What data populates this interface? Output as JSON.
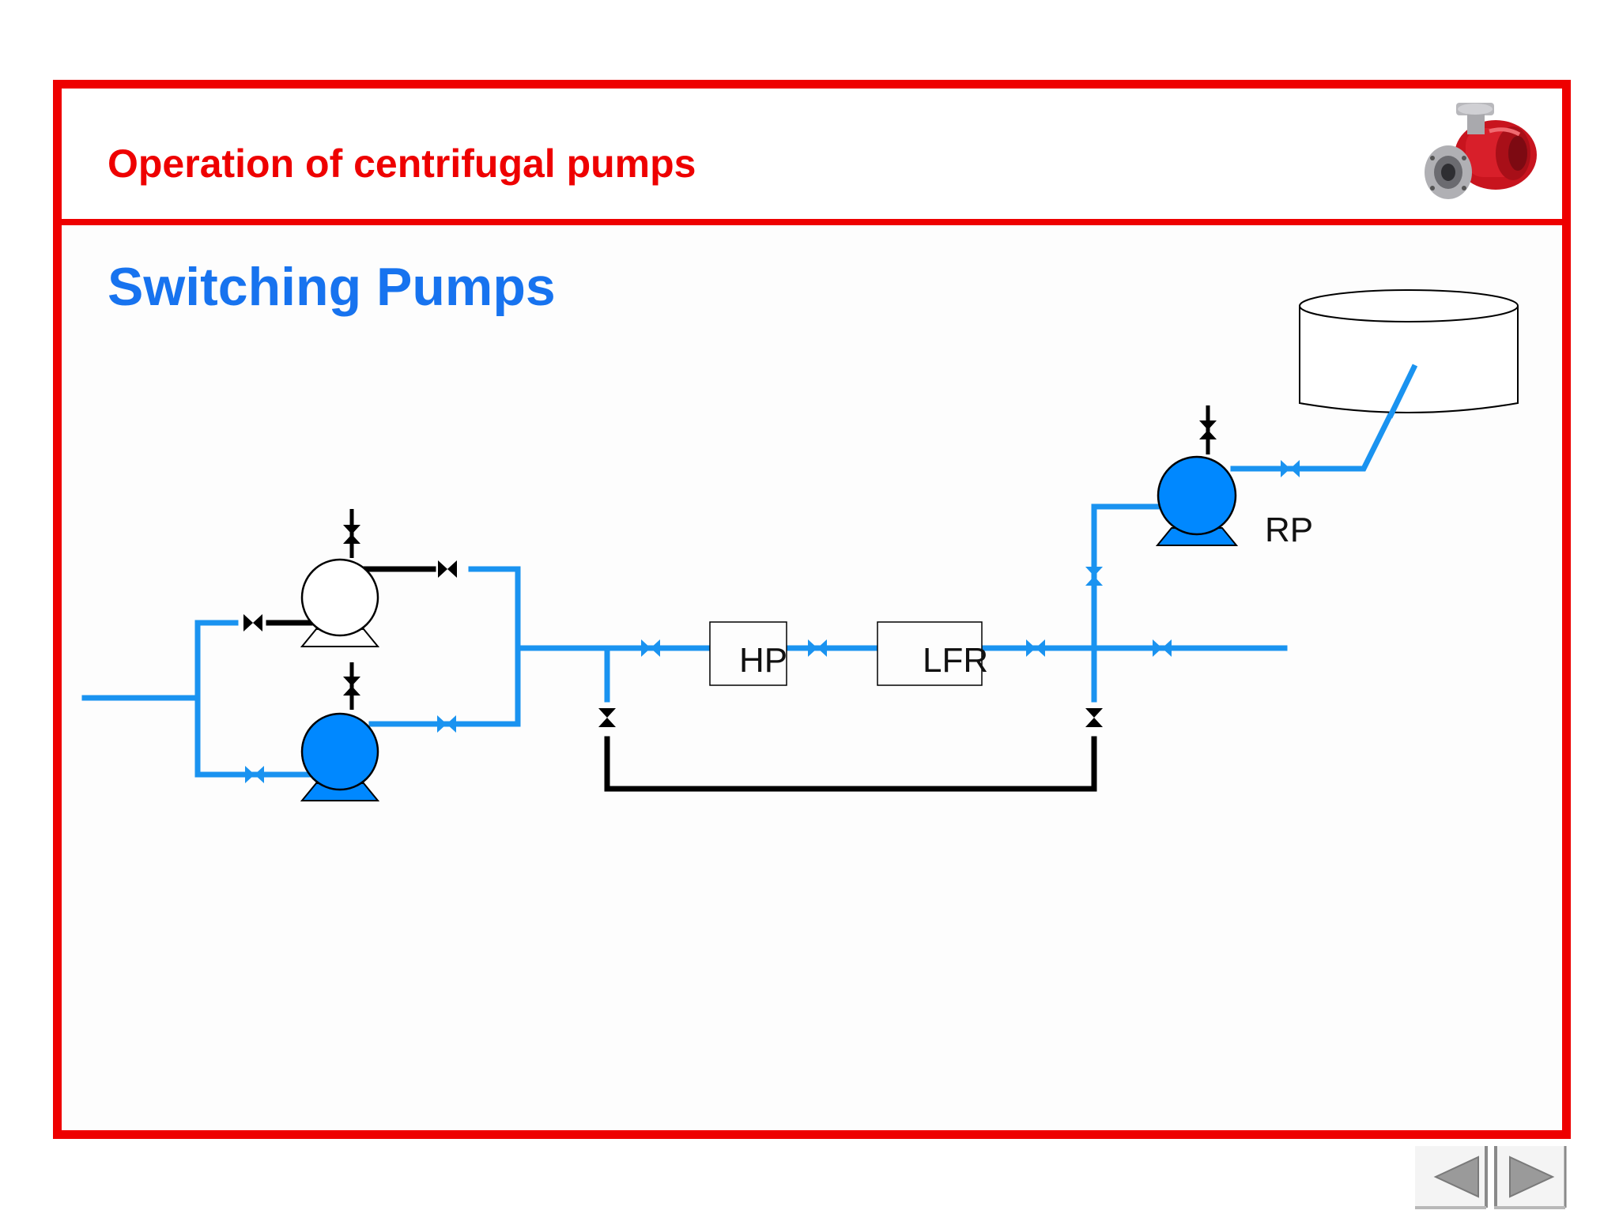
{
  "header": {
    "title": "Operation of centrifugal pumps"
  },
  "slide": {
    "title": "Switching Pumps"
  },
  "diagram": {
    "labels": {
      "hp": "HP",
      "lfr": "LFR",
      "rp": "RP"
    },
    "colors": {
      "frame": "#ee0000",
      "header_text": "#ee0000",
      "title_text": "#1773ef",
      "active_pipe": "#1a93f0",
      "inactive_pipe": "#000000",
      "pump_active_fill": "#0088ff",
      "pump_inactive_fill": "#ffffff"
    },
    "components": {
      "pumps": [
        "standby pump (inactive)",
        "active pump",
        "RP pump"
      ],
      "heaters": [
        "HP",
        "LFR"
      ],
      "tank": "storage tank"
    }
  },
  "navigation": {
    "prev_icon": "triangle-left-icon",
    "next_icon": "triangle-right-icon"
  },
  "logo": {
    "icon": "centrifugal-pump-logo"
  }
}
